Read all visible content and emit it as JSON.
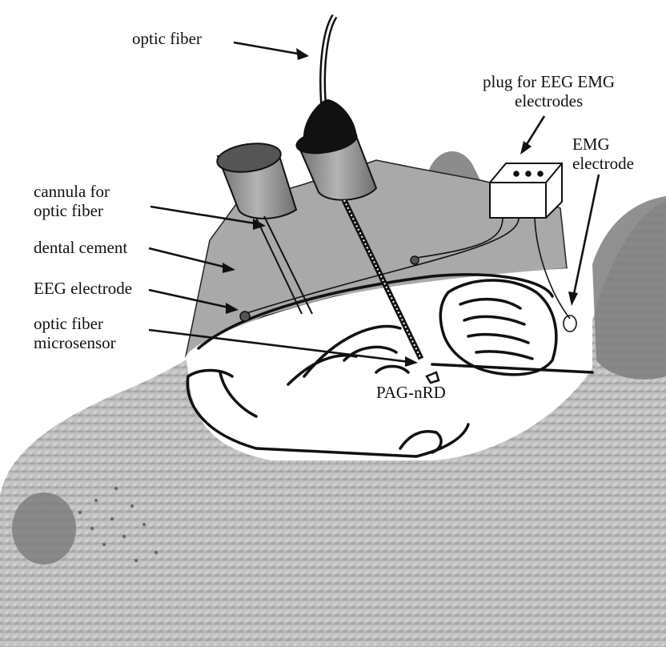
{
  "labels": {
    "optic_fiber": "optic fiber",
    "plug": [
      "plug for EEG EMG",
      "electrodes"
    ],
    "emg_electrode": [
      "EMG",
      "electrode"
    ],
    "cannula": [
      "cannula for",
      "optic fiber"
    ],
    "dental_cement": "dental cement",
    "eeg_electrode": "EEG electrode",
    "microsensor": [
      "optic fiber",
      "microsensor"
    ],
    "pag": "PAG-nRD"
  },
  "colors": {
    "ink": "#111111",
    "fur_dark": "#8a8a8a",
    "fur_light": "#d6d6d6",
    "cement": "#a9a9a9",
    "cannula_body": "#8f8f8f",
    "background": "#ffffff"
  }
}
